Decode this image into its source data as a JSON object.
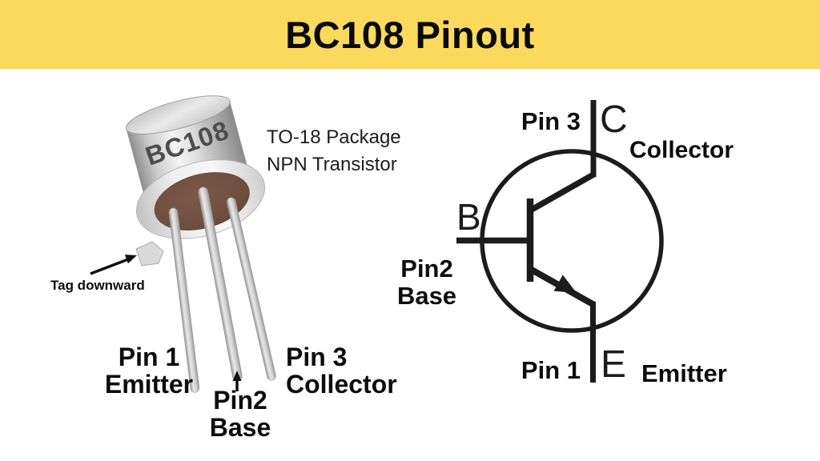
{
  "header": {
    "title": "BC108 Pinout"
  },
  "colors": {
    "header_bg": "#fad95c",
    "line": "#1c1c1c",
    "face_brown": "#73513f"
  },
  "photo": {
    "marking": "BC108",
    "package_line1": "TO-18 Package",
    "package_line2": "NPN Transistor",
    "tag_note": "Tag downward",
    "pin1": {
      "line1": "Pin 1",
      "line2": "Emitter"
    },
    "pin2": {
      "line1": "Pin2",
      "line2": "Base"
    },
    "pin3": {
      "line1": "Pin 3",
      "line2": "Collector"
    }
  },
  "schematic": {
    "pin3": "Pin 3",
    "collector_letter": "C",
    "collector": "Collector",
    "base_letter": "B",
    "pin2_line1": "Pin2",
    "pin2_line2": "Base",
    "pin1": "Pin 1",
    "emitter_letter": "E",
    "emitter": "Emitter"
  }
}
